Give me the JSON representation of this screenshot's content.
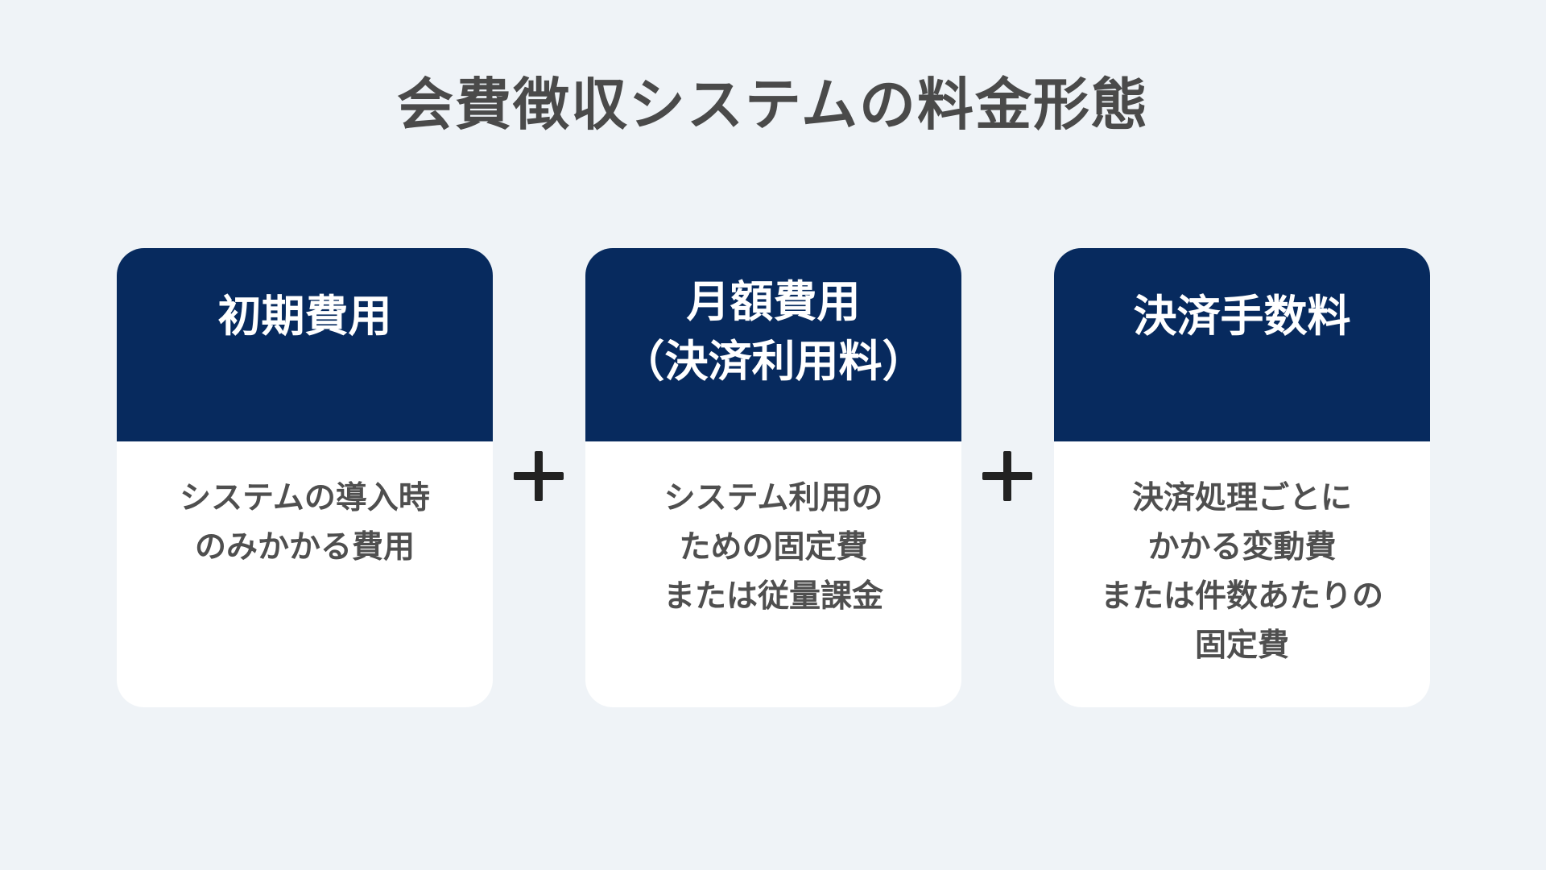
{
  "title": "会費徴収システムの料金形態",
  "cards": [
    {
      "heading": [
        "初期費用"
      ],
      "body": [
        "システムの導入時",
        "のみかかる費用"
      ]
    },
    {
      "heading": [
        "月額費用",
        "（決済利用料）"
      ],
      "body": [
        "システム利用の",
        "ための固定費",
        "または従量課金"
      ]
    },
    {
      "heading": [
        "決済手数料"
      ],
      "body": [
        "決済処理ごとに",
        "かかる変動費",
        "または件数あたりの",
        "固定費"
      ]
    }
  ],
  "operators": [
    "+",
    "+"
  ],
  "colors": {
    "background": "#eff3f7",
    "header": "#072a5e",
    "card": "#ffffff",
    "title_text": "#4a4a4a",
    "body_text": "#4f4f4f",
    "operator": "#222222"
  }
}
